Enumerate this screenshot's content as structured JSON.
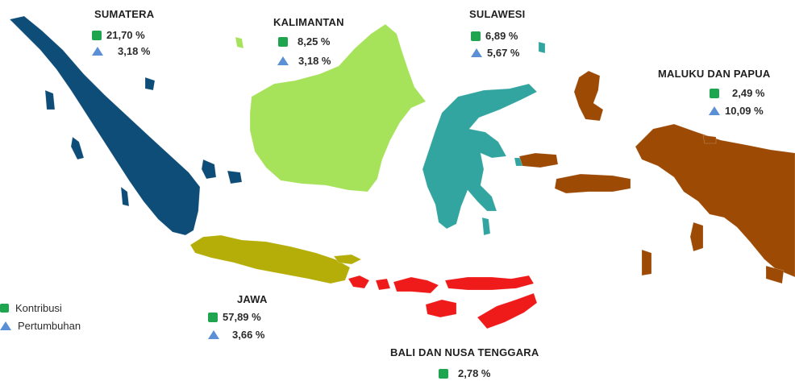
{
  "colors": {
    "sumatera": "#0f4d79",
    "kalimantan": "#a7e35a",
    "sulawesi": "#33a5a0",
    "maluku_papua": "#9d4a05",
    "jawa": "#b5ae08",
    "bali_nt": "#ef1b1b",
    "kontribusi_marker": "#1fa44f",
    "pertumbuhan_marker": "#5b8fd6"
  },
  "legend": {
    "kontribusi": "Kontribusi",
    "pertumbuhan": "Pertumbuhan"
  },
  "regions": {
    "sumatera": {
      "name": "SUMATERA",
      "kontribusi": "21,70 %",
      "pertumbuhan": "3,18 %"
    },
    "kalimantan": {
      "name": "KALIMANTAN",
      "kontribusi": "8,25 %",
      "pertumbuhan": "3,18 %"
    },
    "sulawesi": {
      "name": "SULAWESI",
      "kontribusi": "6,89 %",
      "pertumbuhan": "5,67 %"
    },
    "maluku_papua": {
      "name": "MALUKU DAN PAPUA",
      "kontribusi": "2,49 %",
      "pertumbuhan": "10,09 %"
    },
    "jawa": {
      "name": "JAWA",
      "kontribusi": "57,89 %",
      "pertumbuhan": "3,66 %"
    },
    "bali_nt": {
      "name": "BALI DAN NUSA TENGGARA",
      "kontribusi": "2,78 %"
    }
  }
}
